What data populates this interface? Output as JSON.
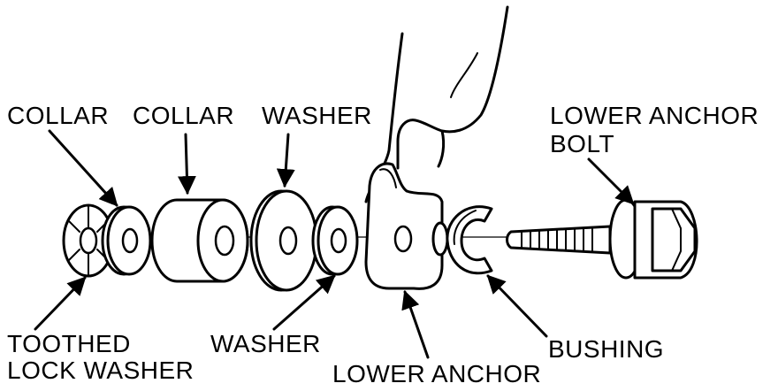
{
  "labels": {
    "collar_left": "COLLAR",
    "collar_mid": "COLLAR",
    "washer_top": "WASHER",
    "lower_anchor_bolt_line1": "LOWER ANCHOR",
    "lower_anchor_bolt_line2": "BOLT",
    "toothed_line1": "TOOTHED",
    "toothed_line2": "LOCK WASHER",
    "washer_bottom": "WASHER",
    "lower_anchor": "LOWER ANCHOR",
    "bushing": "BUSHING"
  }
}
